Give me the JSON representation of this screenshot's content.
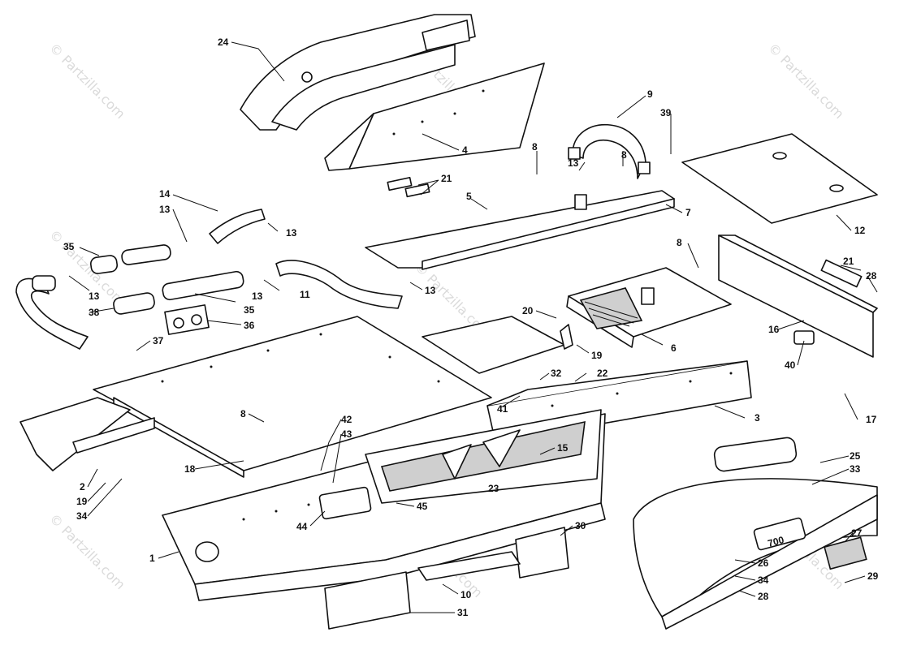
{
  "watermark": {
    "text": "© Partzilla.com"
  },
  "diagram": {
    "callouts": [
      {
        "id": "c24",
        "label": "24"
      },
      {
        "id": "c4",
        "label": "4"
      },
      {
        "id": "c9",
        "label": "9"
      },
      {
        "id": "c39",
        "label": "39"
      },
      {
        "id": "c8a",
        "label": "8"
      },
      {
        "id": "c8b",
        "label": "8"
      },
      {
        "id": "c13a",
        "label": "13"
      },
      {
        "id": "c21a",
        "label": "21"
      },
      {
        "id": "c5",
        "label": "5"
      },
      {
        "id": "c7",
        "label": "7"
      },
      {
        "id": "c12",
        "label": "12"
      },
      {
        "id": "c14",
        "label": "14"
      },
      {
        "id": "c13b",
        "label": "13"
      },
      {
        "id": "c13c",
        "label": "13"
      },
      {
        "id": "c35a",
        "label": "35"
      },
      {
        "id": "c13d",
        "label": "13"
      },
      {
        "id": "c13e",
        "label": "13"
      },
      {
        "id": "c11",
        "label": "11"
      },
      {
        "id": "c13f",
        "label": "13"
      },
      {
        "id": "c35b",
        "label": "35"
      },
      {
        "id": "c38",
        "label": "38"
      },
      {
        "id": "c36",
        "label": "36"
      },
      {
        "id": "c8c",
        "label": "8"
      },
      {
        "id": "c21b",
        "label": "21"
      },
      {
        "id": "c28a",
        "label": "28"
      },
      {
        "id": "c20",
        "label": "20"
      },
      {
        "id": "c19a",
        "label": "19"
      },
      {
        "id": "c6",
        "label": "6"
      },
      {
        "id": "c16",
        "label": "16"
      },
      {
        "id": "c40",
        "label": "40"
      },
      {
        "id": "c37",
        "label": "37"
      },
      {
        "id": "c32",
        "label": "32"
      },
      {
        "id": "c22",
        "label": "22"
      },
      {
        "id": "c41",
        "label": "41"
      },
      {
        "id": "c3",
        "label": "3"
      },
      {
        "id": "c17",
        "label": "17"
      },
      {
        "id": "c8d",
        "label": "8"
      },
      {
        "id": "c42",
        "label": "42"
      },
      {
        "id": "c43",
        "label": "43"
      },
      {
        "id": "c15",
        "label": "15"
      },
      {
        "id": "c25",
        "label": "25"
      },
      {
        "id": "c33",
        "label": "33"
      },
      {
        "id": "c18",
        "label": "18"
      },
      {
        "id": "c2",
        "label": "2"
      },
      {
        "id": "c19b",
        "label": "19"
      },
      {
        "id": "c34a",
        "label": "34"
      },
      {
        "id": "c23",
        "label": "23"
      },
      {
        "id": "c44",
        "label": "44"
      },
      {
        "id": "c45",
        "label": "45"
      },
      {
        "id": "c30",
        "label": "30"
      },
      {
        "id": "c1",
        "label": "1"
      },
      {
        "id": "c27",
        "label": "27"
      },
      {
        "id": "c26",
        "label": "26"
      },
      {
        "id": "c34b",
        "label": "34"
      },
      {
        "id": "c28b",
        "label": "28"
      },
      {
        "id": "c29",
        "label": "29"
      },
      {
        "id": "c10",
        "label": "10"
      },
      {
        "id": "c31",
        "label": "31"
      }
    ],
    "emblem_text": "700"
  }
}
